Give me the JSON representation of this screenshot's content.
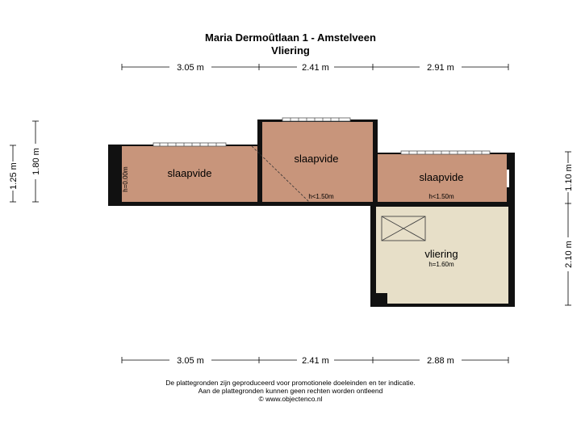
{
  "header": {
    "address": "Maria Dermoûtlaan 1 - Amstelveen",
    "floor": "Vliering"
  },
  "dimensions": {
    "top": [
      "3.05 m",
      "2.41 m",
      "2.91 m"
    ],
    "bottom": [
      "3.05 m",
      "2.41 m",
      "2.88 m"
    ],
    "left": [
      "1.25 m",
      "1.80 m"
    ],
    "right": [
      "1.10 m",
      "2.10 m"
    ]
  },
  "rooms": [
    {
      "name": "slaapvide",
      "height": "h=0.00m"
    },
    {
      "name": "slaapvide",
      "height": "h<1.50m"
    },
    {
      "name": "slaapvide",
      "height": "h<1.50m"
    },
    {
      "name": "vliering",
      "height": "h=1.60m"
    }
  ],
  "colors": {
    "slaapvide_fill": "#c8957b",
    "vliering_fill": "#e7dfc8",
    "wall": "#111111"
  },
  "footer": {
    "line1": "De plattegronden zijn geproduceerd voor promotionele doeleinden en ter indicatie.",
    "line2": "Aan de plattegronden kunnen geen rechten worden ontleend",
    "line3": "© www.objectenco.nl"
  }
}
